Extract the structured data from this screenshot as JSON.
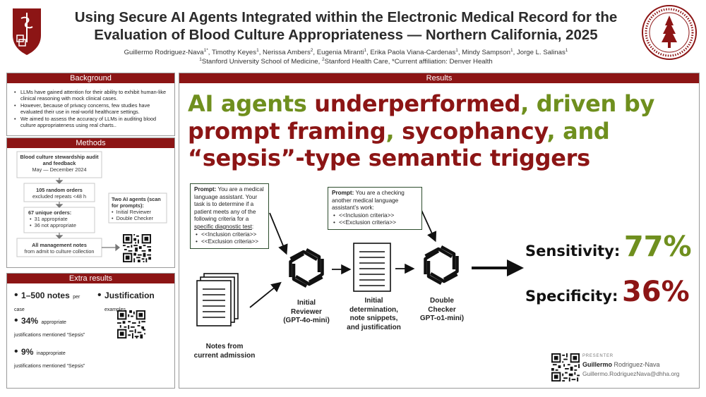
{
  "header": {
    "title_line1": "Using Secure AI Agents Integrated within the Electronic Medical Record for the",
    "title_line2": "Evaluation of Blood Culture Appropriateness — Northern California, 2025",
    "authors": [
      {
        "name": "Guillermo Rodriguez-Nava",
        "sup": "1*"
      },
      {
        "name": "Timothy Keyes",
        "sup": "1"
      },
      {
        "name": "Nerissa Ambers",
        "sup": "2"
      },
      {
        "name": "Eugenia Miranti",
        "sup": "1"
      },
      {
        "name": "Erika Paola Viana-Cardenas",
        "sup": "1"
      },
      {
        "name": "Mindy Sampson",
        "sup": "1"
      },
      {
        "name": "Jorge L. Salinas",
        "sup": "1"
      }
    ],
    "affil_sup1": "1",
    "affil_1": "Stanford University School of Medicine, ",
    "affil_sup2": "2",
    "affil_2": "Stanford Health Care, *Current affiliation: Denver Health"
  },
  "background": {
    "heading": "Background",
    "bullets": [
      "LLMs have gained attention for their ability to exhibit human-like clinical reasoning with mock clinical cases.",
      "However, because of privacy concerns, few studies have evaluated their use in real-world healthcare settings.",
      "We aimed to assess the accuracy of LLMs in auditing blood culture appropriateness using real charts.."
    ]
  },
  "methods": {
    "heading": "Methods",
    "box1_bold": "Blood culture stewardship audit and feedback",
    "box1_sub": "May — December 2024",
    "box2_bold": "105 random orders",
    "box2_sub": "excluded repeats <48 h",
    "box3_bold": "67 unique orders:",
    "box3_items": [
      "31 appropriate",
      "36 not appropriate"
    ],
    "box4_bold": "All management notes",
    "box4_sub": "from admit to culture collection",
    "agents_bold": "Two AI agents (scan for prompts):",
    "agents_items": [
      "Initial Reviewer",
      "Double Checker"
    ]
  },
  "extra": {
    "heading": "Extra results",
    "notes_big": "1–500 notes",
    "notes_small": "per case",
    "just_big": "Justification",
    "just_small": "examples",
    "stat1_big": "34%",
    "stat1_small": "appropriate justifications mentioned “Sepsis”",
    "stat2_big": "9%",
    "stat2_small": "inappropriate justifications mentioned “Sepsis”"
  },
  "results": {
    "heading": "Results",
    "headline": {
      "p1": "AI agents ",
      "p2": "underperformed",
      "p3": ", driven by",
      "p4": "prompt framing",
      "p5": ", ",
      "p6": "sycophancy",
      "p7": ", and",
      "p8": "“sepsis”-type semantic triggers"
    },
    "prompt1": {
      "label": "Prompt:",
      "text": " You are a medical language assistant. Your task is to determine if a patient meets any of the following criteria for a ",
      "underlined": "specific diagnostic test",
      "after": ":",
      "items": [
        "<<Inclusion criteria>>",
        "<<Exclusion criteria>>"
      ]
    },
    "prompt2": {
      "label": "Prompt:",
      "text": " You are a checking another medical language assistant’s work:",
      "items": [
        "<<Inclusion criteria>>",
        "<<Exclusion criteria>>"
      ]
    },
    "labels": {
      "notes": [
        "Notes from",
        "current admission"
      ],
      "initial": [
        "Initial",
        "Reviewer",
        "(GPT-4o-mini)"
      ],
      "determination": [
        "Initial",
        "determination,",
        "note snippets,",
        "and justification"
      ],
      "double": [
        "Double",
        "Checker",
        "GPT-o1-mini)"
      ]
    },
    "sensitivity_label": "Sensitivity:",
    "sensitivity_value": "77%",
    "specificity_label": "Specificity:",
    "specificity_value": "36%"
  },
  "presenter": {
    "caption": "PRESENTER",
    "first": "Guillermo",
    "last": " Rodriguez-Nava",
    "email": "Guillermo.RodriguezNava@dhha.org"
  },
  "colors": {
    "brand": "#8c1515",
    "olive": "#6f8f1e",
    "box_border": "#2d4d2d"
  }
}
